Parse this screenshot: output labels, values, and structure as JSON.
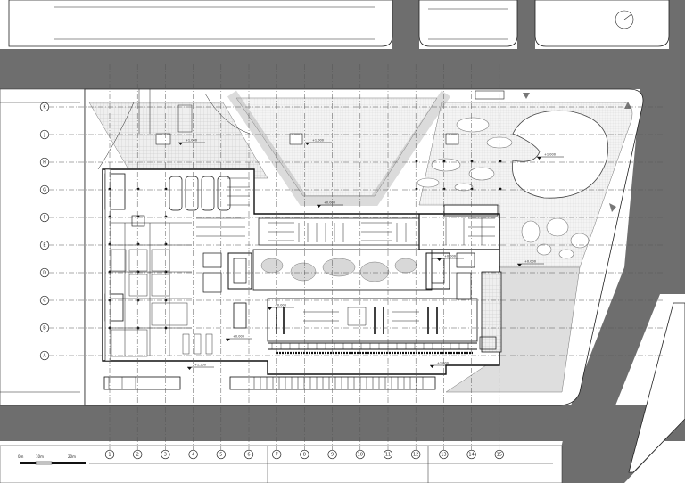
{
  "drawing": {
    "grid_columns": [
      "1",
      "2",
      "3",
      "4",
      "5",
      "6",
      "7",
      "8",
      "9",
      "10",
      "11",
      "12",
      "13",
      "14",
      "15"
    ],
    "grid_rows": [
      "A",
      "B",
      "C",
      "D",
      "E",
      "F",
      "G",
      "H",
      "J",
      "K"
    ],
    "level_marks": [
      "+1.000",
      "+1.000",
      "+1.000",
      "+0.000",
      "+0.000",
      "+0.000",
      "+1.500",
      "+1.000",
      "+0.000",
      "+0.000"
    ],
    "scale_bar": {
      "labels": [
        "0m",
        "10m",
        "20m"
      ]
    }
  },
  "colors": {
    "road": "#6e6e6e",
    "hatch": "#d4d4d4",
    "building_fill": "#ffffff",
    "line": "#1a1a1a"
  }
}
